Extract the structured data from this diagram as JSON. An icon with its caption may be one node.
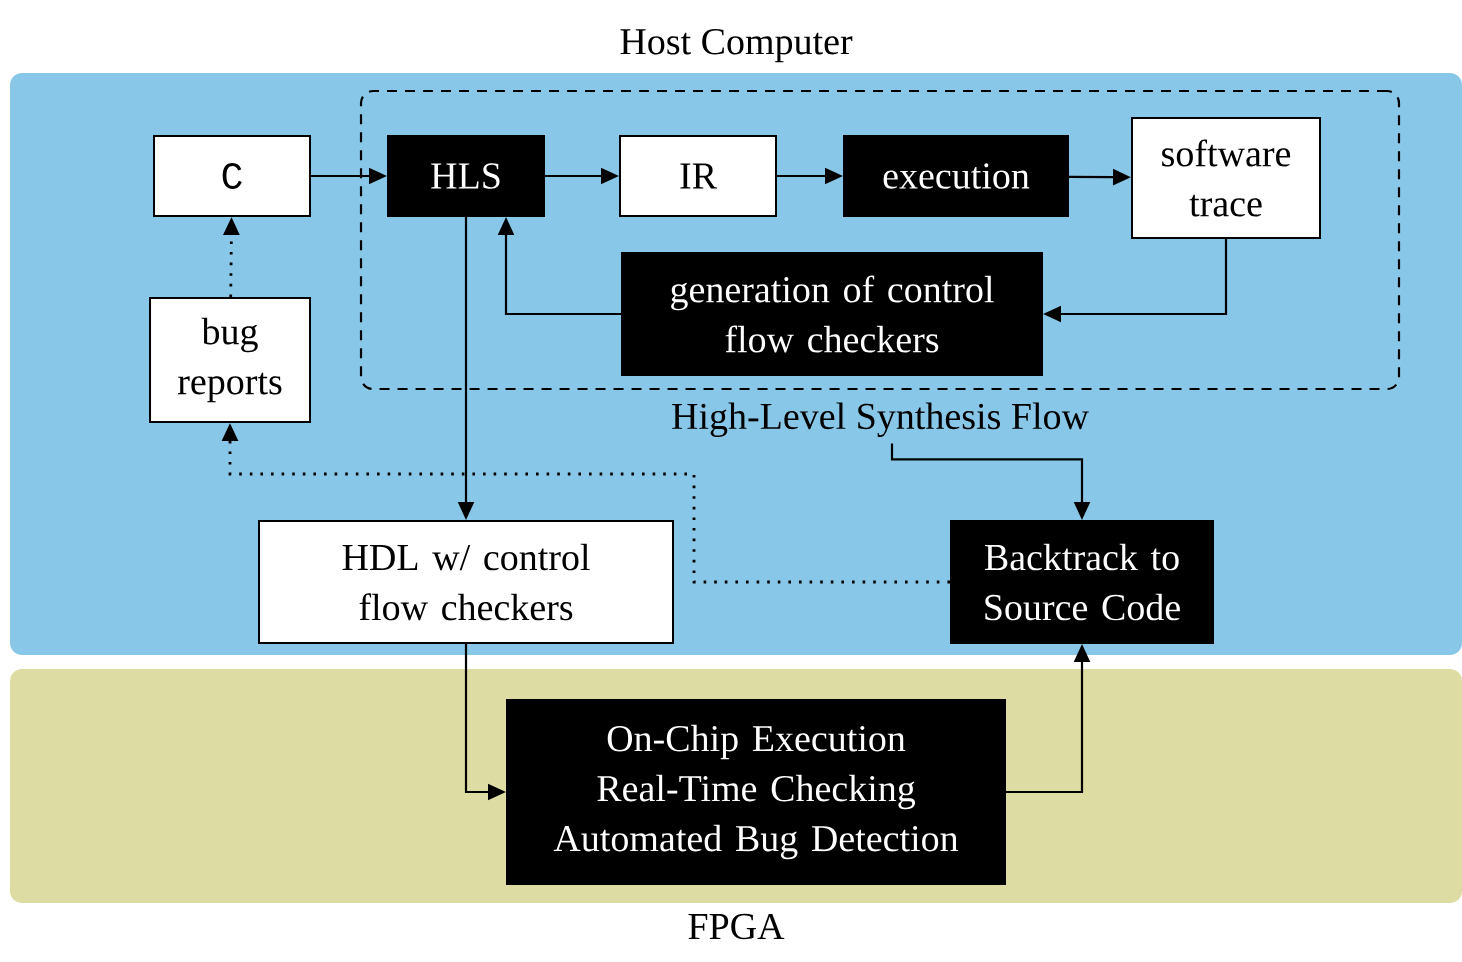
{
  "diagram": {
    "nodes": [
      {
        "text": [
          "Host Computer"
        ]
      },
      {
        "text": [
          "FPGA"
        ]
      },
      {
        "text": [
          "High-Level Synthesis Flow"
        ],
        "in": 0
      },
      {
        "text": [
          "C"
        ],
        "in": 0
      },
      {
        "text": [
          "HLS"
        ],
        "in": 2
      },
      {
        "text": [
          "IR"
        ],
        "in": 2
      },
      {
        "text": [
          "execution"
        ],
        "in": 2
      },
      {
        "text": [
          "software trace"
        ],
        "in": 2
      },
      {
        "text": [
          "generation of control flow checkers"
        ],
        "in": 2
      },
      {
        "text": [
          "bug reports"
        ],
        "in": 0
      },
      {
        "text": [
          "HDL w/ control flow checkers"
        ],
        "in": 0
      },
      {
        "text": [
          "Backtrack to Source Code"
        ],
        "in": 0
      },
      {
        "text": [
          "On-Chip Execution",
          "Real-Time Checking",
          "Automated Bug Detection"
        ],
        "in": 1
      }
    ],
    "edges": [
      {
        "from": 3,
        "to": 4,
        "arrow": "to"
      },
      {
        "from": 4,
        "to": 5,
        "arrow": "to"
      },
      {
        "from": 5,
        "to": 6,
        "arrow": "to"
      },
      {
        "from": 6,
        "to": 7,
        "arrow": "to"
      },
      {
        "from": 7,
        "to": 8,
        "arrow": "to"
      },
      {
        "from": 8,
        "to": 4,
        "arrow": "to"
      },
      {
        "from": 9,
        "to": 3,
        "arrow": "to",
        "style": "dashed"
      },
      {
        "from": 11,
        "to": 9,
        "arrow": "to",
        "style": "dashed"
      },
      {
        "from": 4,
        "to": 10,
        "arrow": "to"
      },
      {
        "from": 10,
        "to": 12,
        "arrow": "to"
      },
      {
        "from": 12,
        "to": 11,
        "arrow": "to"
      },
      {
        "from": 2,
        "to": 11,
        "arrow": "to"
      }
    ]
  }
}
